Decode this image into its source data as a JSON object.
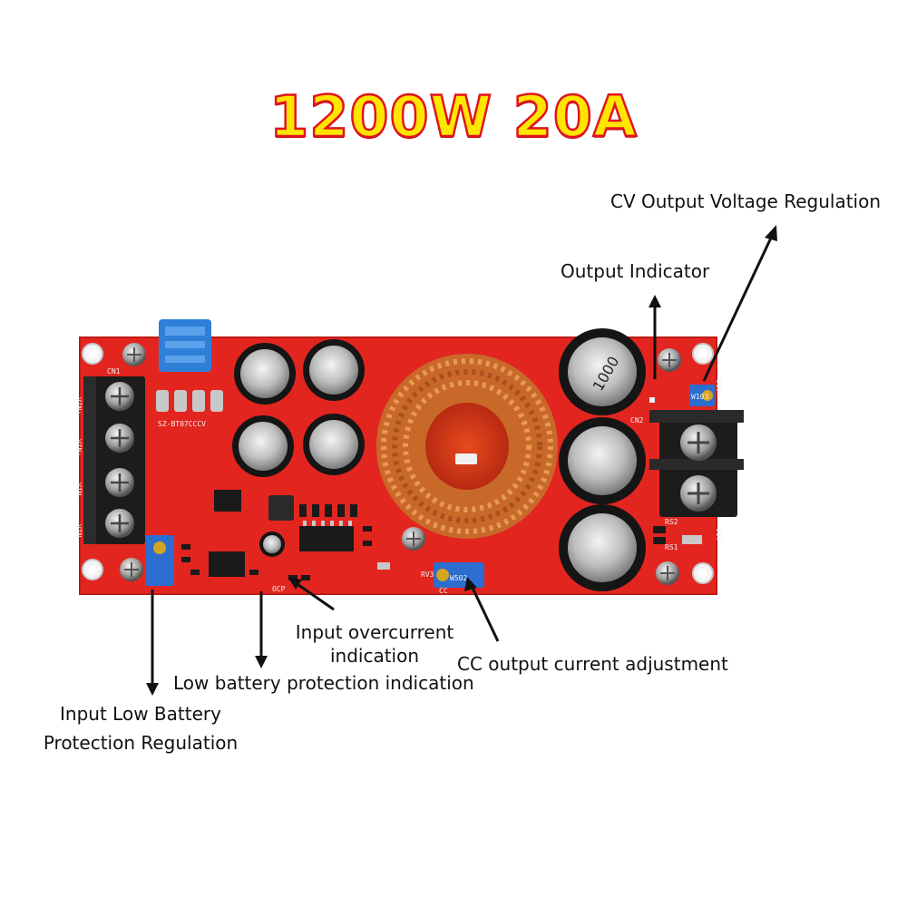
{
  "title": "1200W 20A",
  "labels": {
    "cv_output": "CV Output Voltage Regulation",
    "output_indicator": "Output Indicator",
    "input_overcurrent_1": "Input overcurrent",
    "input_overcurrent_2": "indication",
    "cc_output": "CC output current adjustment",
    "low_battery": "Low battery protection indication",
    "input_low_1": "Input Low Battery",
    "input_low_2": "Protection Regulation"
  },
  "silkscreen": {
    "vin_plus_1": "VIN+",
    "vin_plus_2": "VIN+",
    "vin_minus_1": "VIN-",
    "vin_minus_2": "VIN-",
    "model": "SZ-BT07CCCV",
    "cn1": "CN1",
    "out_minus": "OUT-",
    "out_plus": "OUT+",
    "rv3": "RV3",
    "cc": "CC",
    "pot_code": "W502",
    "pot_code_cv": "W103",
    "ocp": "OCP",
    "rs1": "RS1",
    "rs2": "RS2",
    "cn2": "CN2",
    "cap_text": "1000"
  }
}
